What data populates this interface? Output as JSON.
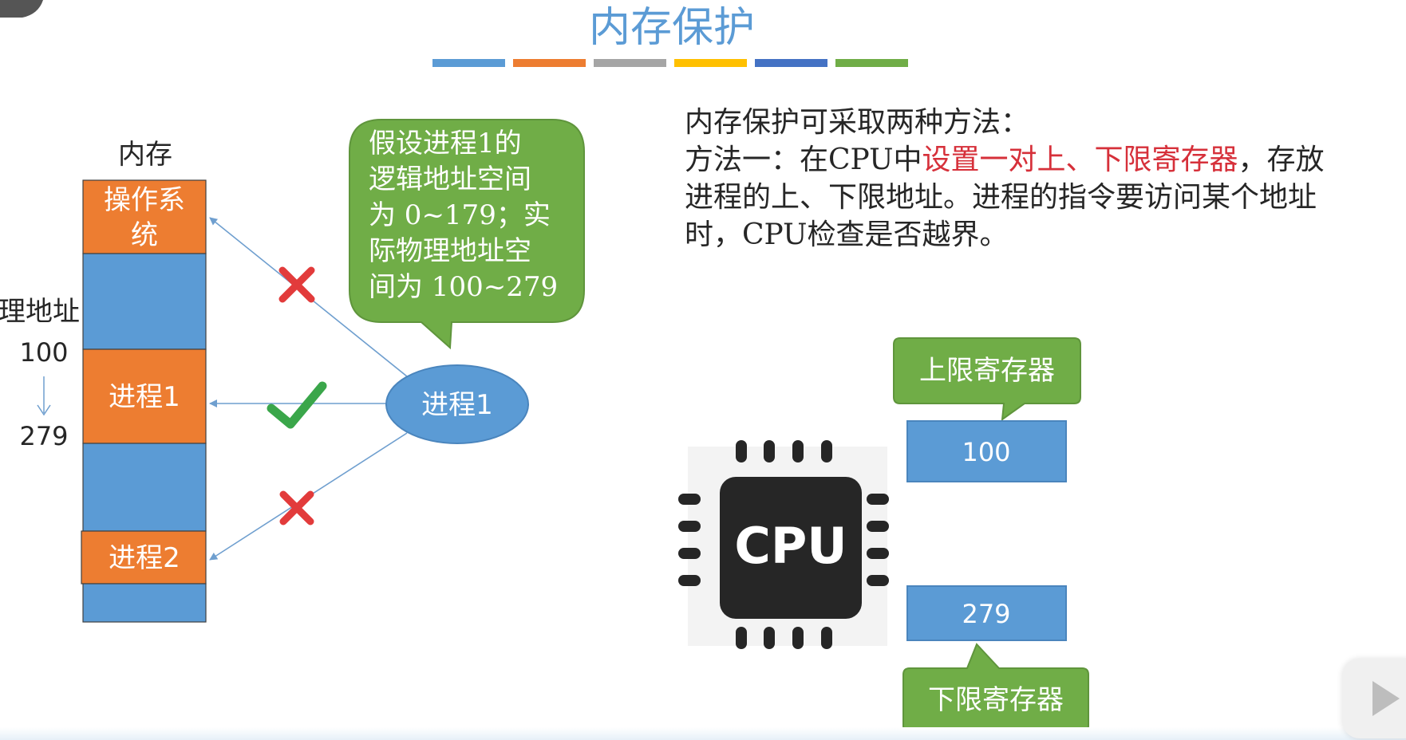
{
  "title": "内存保护",
  "title_bar_colors": [
    "#5b9bd5",
    "#ed7d31",
    "#a5a5a5",
    "#ffc000",
    "#4472c4",
    "#70ad47"
  ],
  "colors": {
    "title": "#5b9bd5",
    "orange": "#ed7d31",
    "blue": "#5b9bd5",
    "green": "#70ad47",
    "highlight": "#d6303a",
    "cpu": "#262626"
  },
  "memory": {
    "label": "内存",
    "blocks": [
      {
        "kind": "orange",
        "lines": [
          "操作系",
          "统"
        ]
      },
      {
        "kind": "blue",
        "lines": []
      },
      {
        "kind": "orange",
        "lines": [
          "进程1"
        ]
      },
      {
        "kind": "blue",
        "lines": []
      },
      {
        "kind": "orange",
        "lines": [
          "进程2"
        ]
      },
      {
        "kind": "blue",
        "lines": []
      }
    ]
  },
  "physical_address": {
    "label": "理地址",
    "start": "100",
    "end": "279"
  },
  "bubble": {
    "lines": [
      "假设进程1的",
      "逻辑地址空间",
      "为 0~179；实",
      "际物理地址空",
      "间为 100~279"
    ]
  },
  "process": {
    "label": "进程1"
  },
  "access_marks": [
    {
      "target": "操作系统",
      "result": "denied",
      "icon": "cross-icon"
    },
    {
      "target": "进程1",
      "result": "allowed",
      "icon": "check-icon"
    },
    {
      "target": "进程2",
      "result": "denied",
      "icon": "cross-icon"
    }
  ],
  "description": {
    "line1": "内存保护可采取两种方法：",
    "line2_prefix": "方法一：在CPU中",
    "line2_highlight": "设置一对上、下限寄存器",
    "line2_suffix": "，存放",
    "line3": "进程的上、下限地址。进程的指令要访问某个地址",
    "line4": "时，CPU检查是否越界。"
  },
  "cpu": {
    "label": "CPU",
    "upper_register": {
      "label": "上限寄存器",
      "value": "100"
    },
    "lower_register": {
      "label": "下限寄存器",
      "value": "279"
    }
  }
}
